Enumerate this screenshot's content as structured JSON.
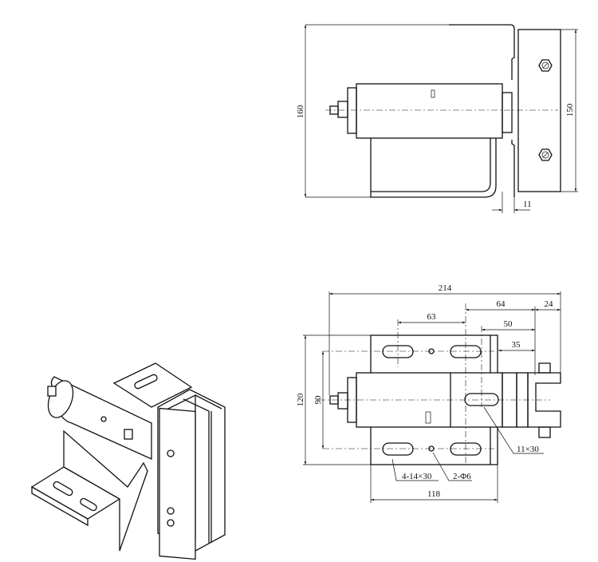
{
  "side_view": {
    "height_total": "160",
    "plate_height": "150",
    "neck_width": "11"
  },
  "front_view": {
    "overall_length": "214",
    "dim_64": "64",
    "dim_24": "24",
    "dim_63": "63",
    "dim_50": "50",
    "dim_35": "35",
    "height_120": "120",
    "height_90": "90",
    "base_width": "118",
    "slot_note": "11×30",
    "mount_slots_note": "4-14×30",
    "holes_note": "2-Φ6"
  }
}
